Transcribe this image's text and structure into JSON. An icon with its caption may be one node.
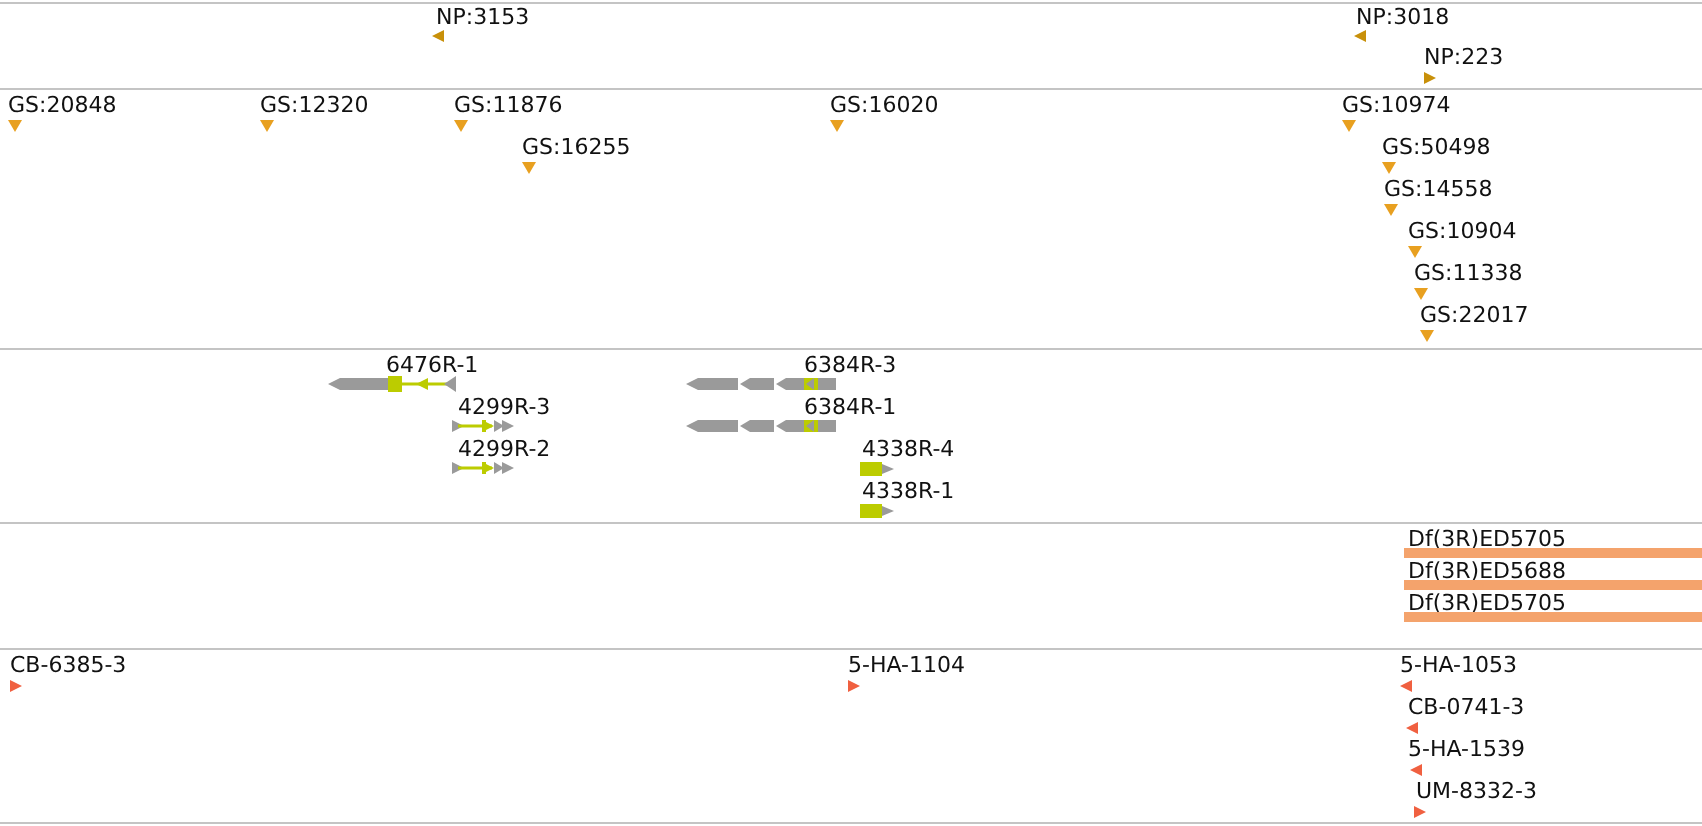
{
  "diagram": {
    "labels": [
      "NP:3153",
      "NP:3018",
      "NP:223",
      "GS:20848",
      "GS:12320",
      "GS:11876",
      "GS:16020",
      "GS:10974",
      "GS:16255",
      "GS:50498",
      "GS:14558",
      "GS:10904",
      "GS:11338",
      "GS:22017",
      "6476R-1",
      "6384R-3",
      "4299R-3",
      "6384R-1",
      "4299R-2",
      "4338R-4",
      "4338R-1",
      "Df(3R)ED5705",
      "Df(3R)ED5688",
      "Df(3R)ED5705",
      "CB-6385-3",
      "5-HA-1104",
      "5-HA-1053",
      "CB-0741-3",
      "5-HA-1539",
      "UM-8332-3"
    ]
  }
}
